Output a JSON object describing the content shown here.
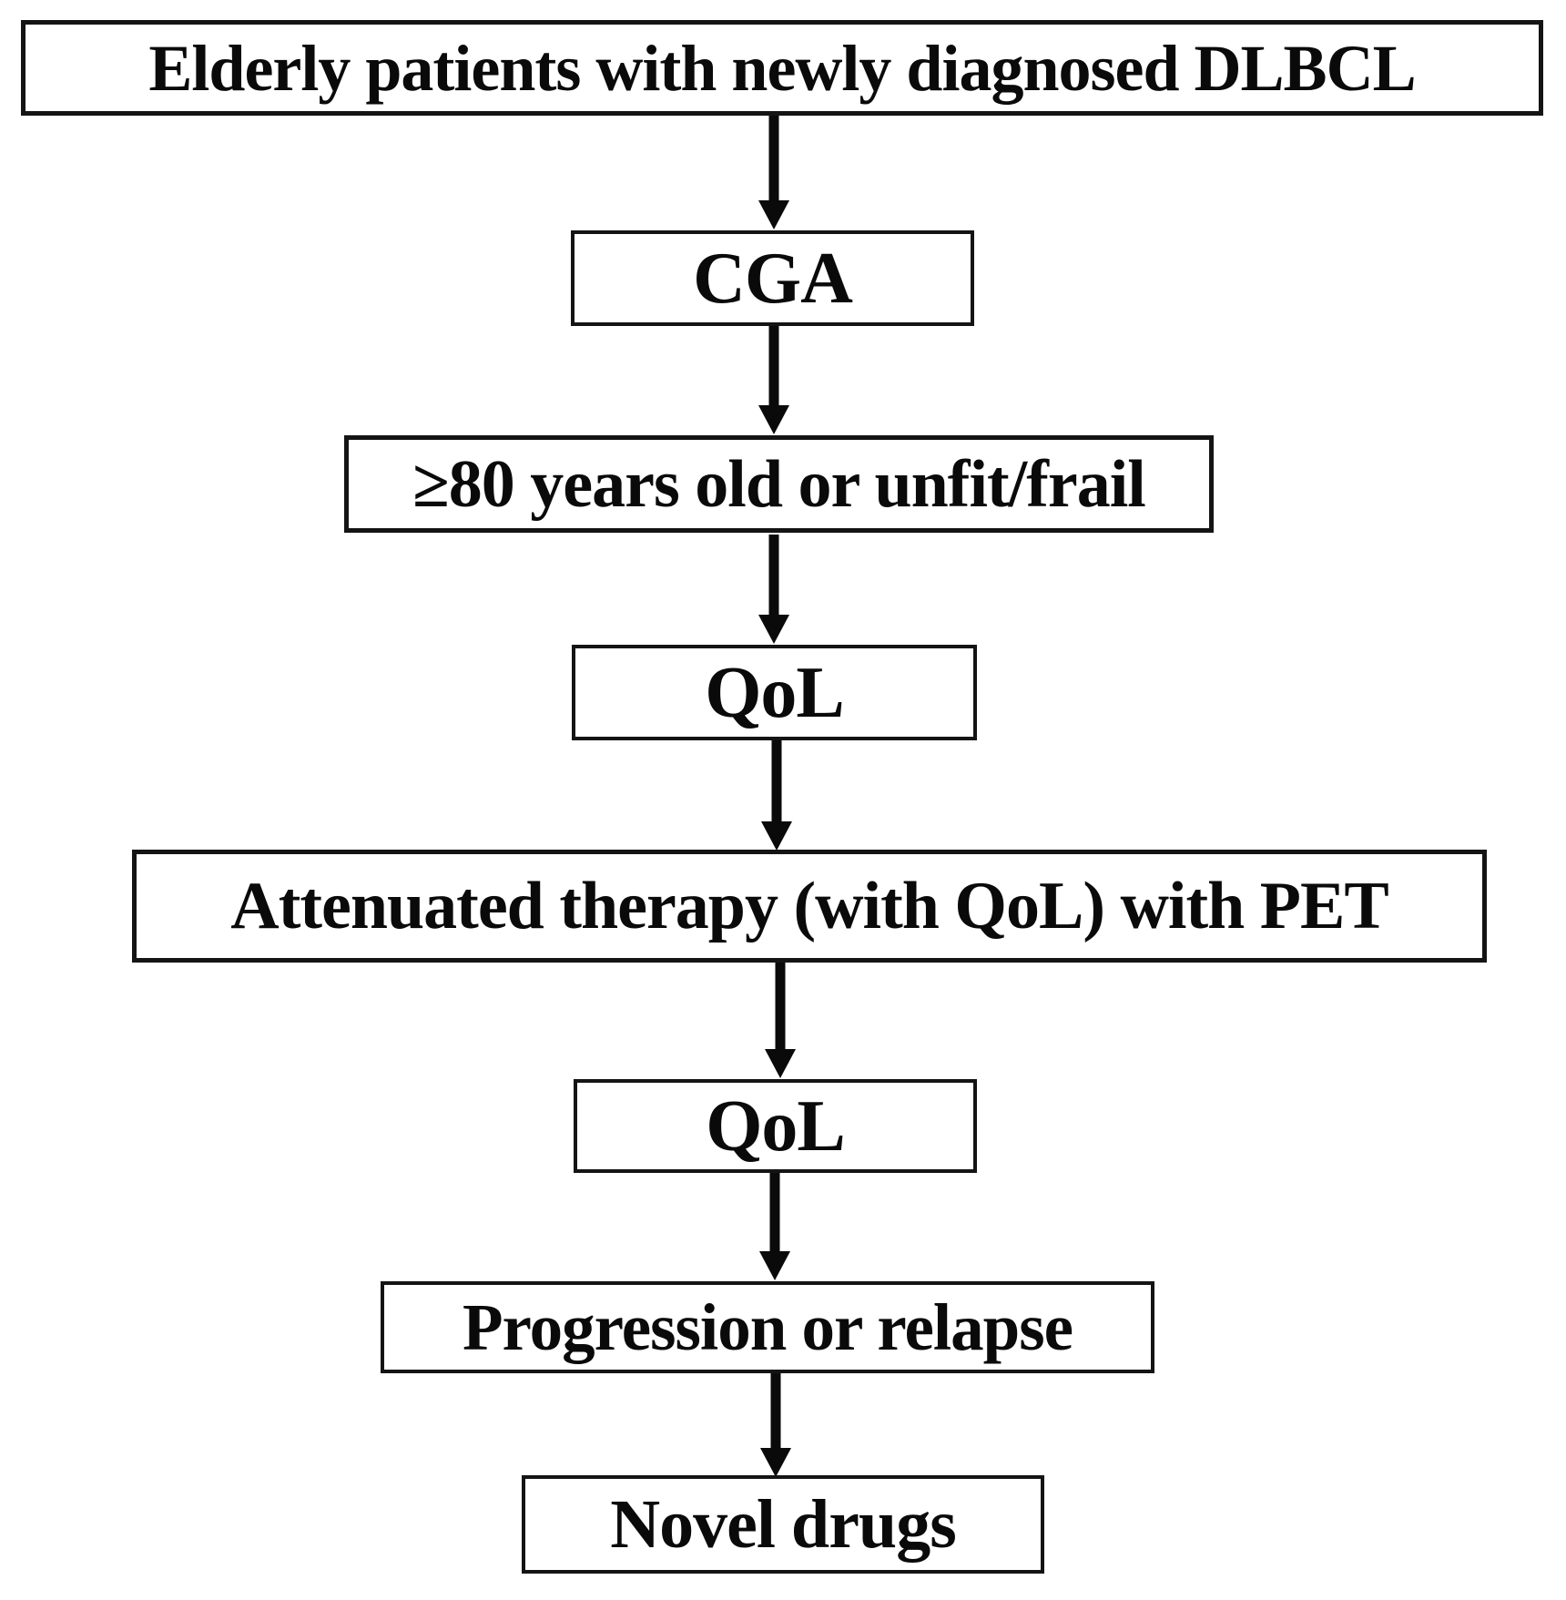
{
  "colors": {
    "background": "#ffffff",
    "border": "#141414",
    "text": "#0a0a0a",
    "arrow": "#0a0a0a"
  },
  "diagram": {
    "type": "flowchart",
    "direction": "top-down",
    "nodes": [
      {
        "id": "start",
        "label": "Elderly patients with newly diagnosed DLBCL"
      },
      {
        "id": "cga",
        "label": "CGA"
      },
      {
        "id": "age-or-frail",
        "label": "≥80 years old or unfit/frail"
      },
      {
        "id": "qol-1",
        "label": "QoL"
      },
      {
        "id": "attenuated-therapy",
        "label": "Attenuated therapy (with QoL) with PET"
      },
      {
        "id": "qol-2",
        "label": "QoL"
      },
      {
        "id": "progression",
        "label": "Progression or relapse"
      },
      {
        "id": "novel-drugs",
        "label": "Novel drugs"
      }
    ],
    "edges": [
      {
        "from": "start",
        "to": "cga"
      },
      {
        "from": "cga",
        "to": "age-or-frail"
      },
      {
        "from": "age-or-frail",
        "to": "qol-1"
      },
      {
        "from": "qol-1",
        "to": "attenuated-therapy"
      },
      {
        "from": "attenuated-therapy",
        "to": "qol-2"
      },
      {
        "from": "qol-2",
        "to": "progression"
      },
      {
        "from": "progression",
        "to": "novel-drugs"
      }
    ]
  }
}
